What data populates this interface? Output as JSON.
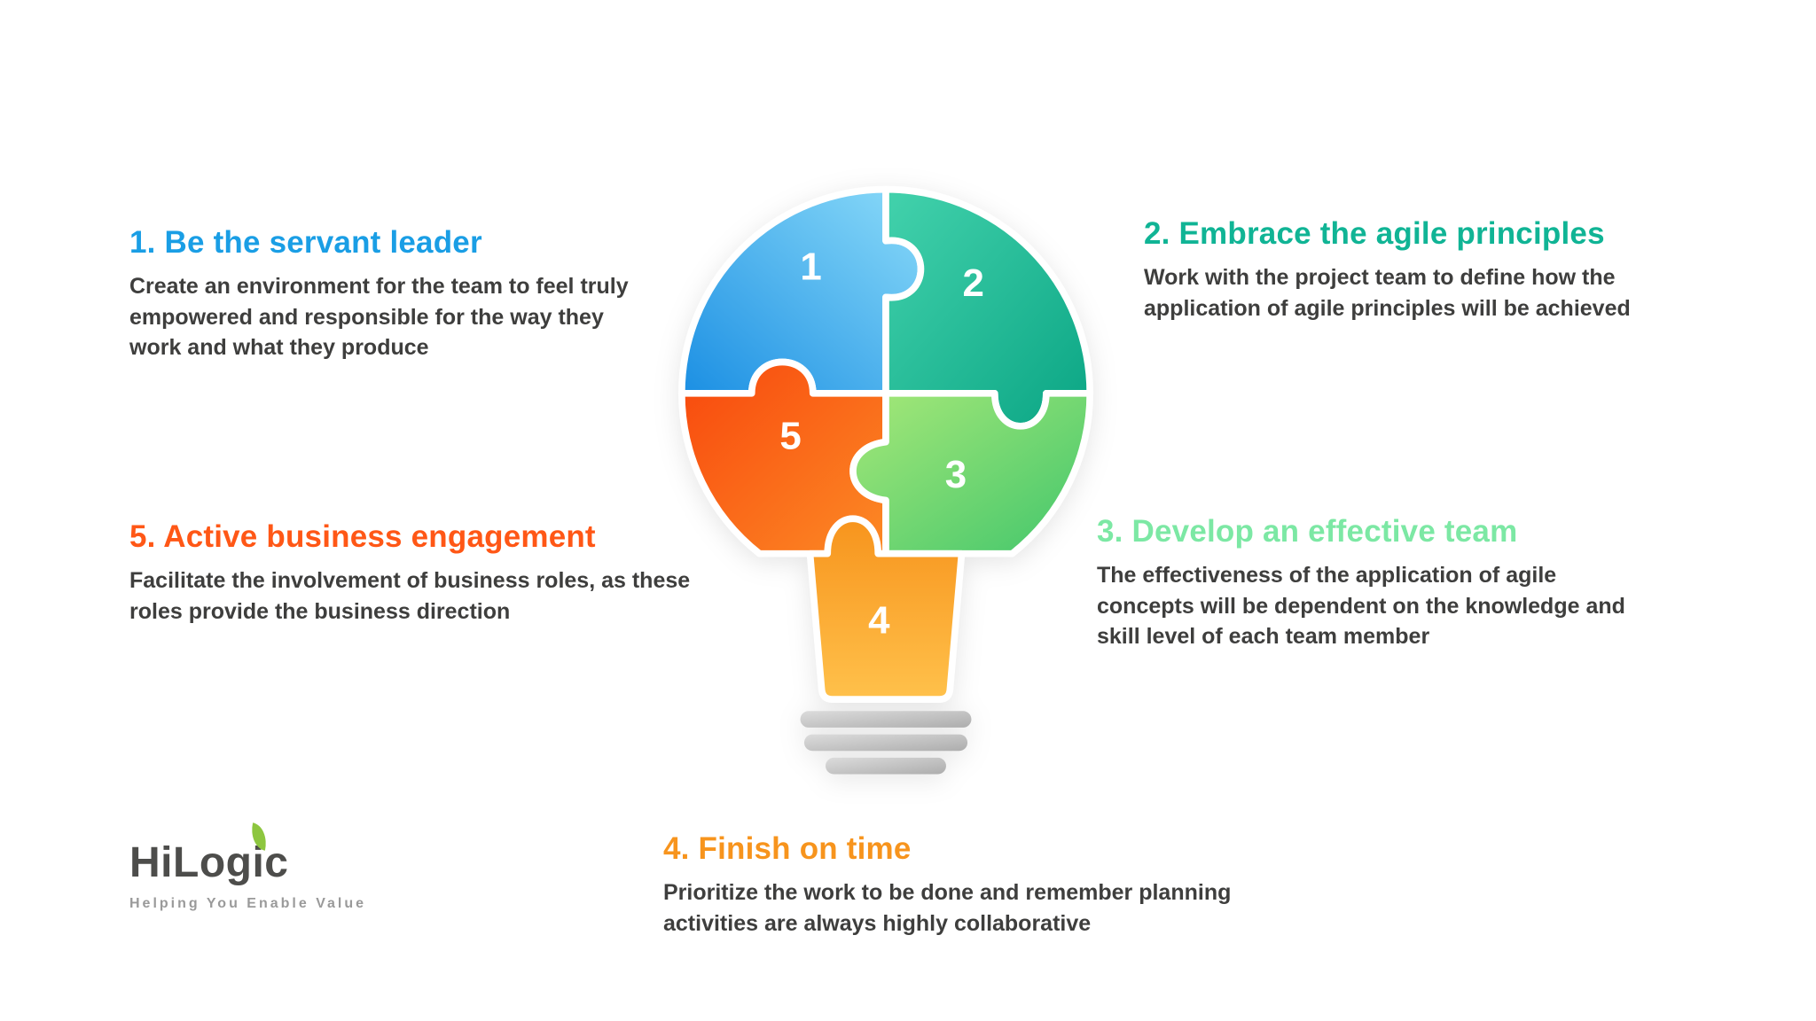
{
  "colors": {
    "background": "#ffffff",
    "body_text": "#3E3E3D",
    "base_gray_light": "#DCDCDC",
    "base_gray_dark": "#ADADAD"
  },
  "sections": [
    {
      "title": "1. Be the servant leader",
      "color": "#1A9EE5",
      "body": "Create an environment for the team to feel truly empowered and responsible for the way they work and what they produce"
    },
    {
      "title": "2. Embrace the agile principles",
      "color": "#10B495",
      "body": "Work with the project team to define how the application of agile principles will be achieved"
    },
    {
      "title": "3. Develop an effective team",
      "color": "#7CE8A4",
      "body": "The effectiveness of the application of agile concepts will be dependent on the knowledge and skill level of each team member"
    },
    {
      "title": "4. Finish on time",
      "color": "#F7941D",
      "body": "Prioritize the work to be done and remember planning activities are always highly collaborative"
    },
    {
      "title": "5. Active business engagement",
      "color": "#FF5716",
      "body": "Facilitate the involvement of business roles, as these roles provide the business direction"
    }
  ],
  "puzzle": {
    "number_color": "#ffffff",
    "pieces": [
      {
        "number": "1",
        "from": "#8BDBF9",
        "to": "#1B8FE3"
      },
      {
        "number": "2",
        "from": "#43D2AC",
        "to": "#0AA584"
      },
      {
        "number": "3",
        "from": "#A6E878",
        "to": "#41C66C"
      },
      {
        "number": "4",
        "from": "#F7941D",
        "to": "#FFC14B"
      },
      {
        "number": "5",
        "from": "#F8470D",
        "to": "#FC8A25"
      }
    ]
  },
  "logo": {
    "name": "HiLogic",
    "tagline": "Helping You Enable Value",
    "leaf_color": "#8DC63F"
  }
}
